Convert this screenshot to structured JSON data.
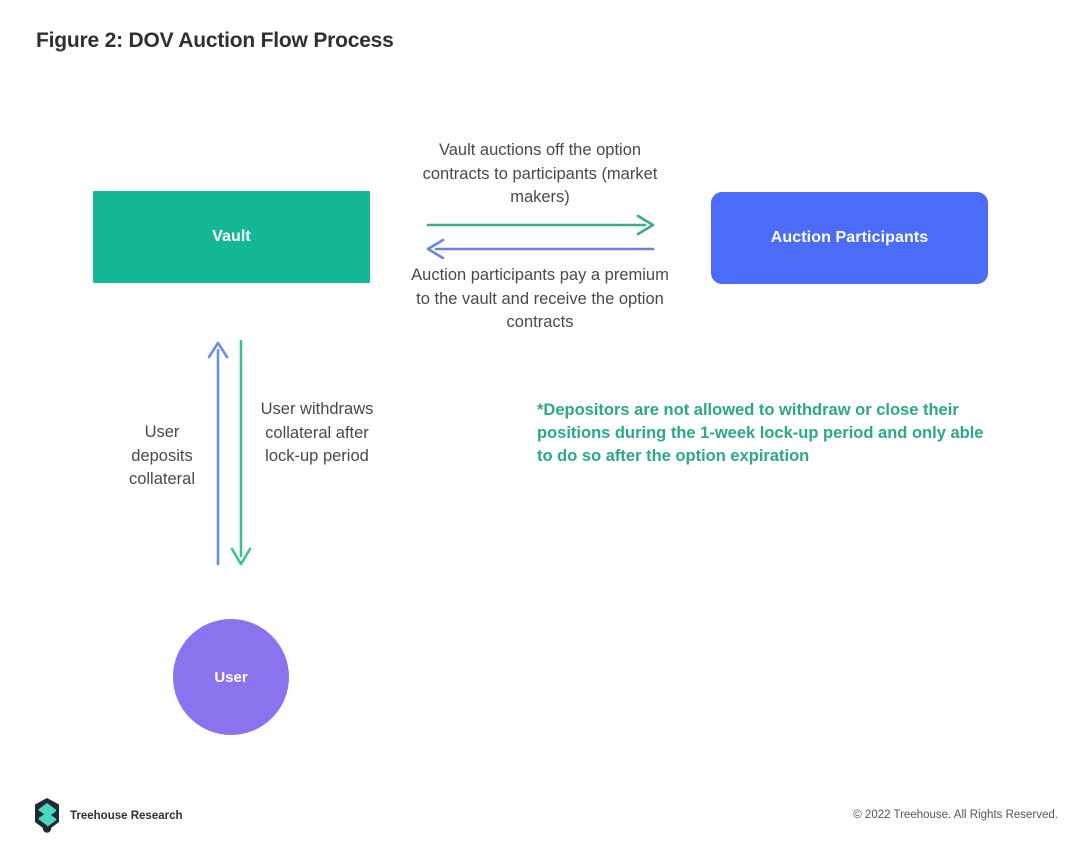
{
  "figure": {
    "title": "Figure 2: DOV Auction Flow Process"
  },
  "nodes": {
    "vault": {
      "label": "Vault",
      "color": "#14b894"
    },
    "auction_participants": {
      "label": "Auction Participants",
      "color": "#4a6cf7"
    },
    "user": {
      "label": "User",
      "color": "#8b72ee"
    }
  },
  "flows": {
    "vault_to_participants": {
      "label": "Vault auctions off the option contracts to participants (market makers)",
      "arrow_direction": "right",
      "arrow_color": "#3aab8c"
    },
    "participants_to_vault": {
      "label": "Auction participants pay a premium to the vault and receive the option contracts",
      "arrow_direction": "left",
      "arrow_color": "#6b83dd"
    },
    "user_deposits": {
      "label": "User deposits collateral",
      "arrow_direction": "up",
      "arrow_color": "#6b8fdd"
    },
    "user_withdraws": {
      "label": "User withdraws collateral after lock-up period",
      "arrow_direction": "down",
      "arrow_color": "#3fbf96"
    }
  },
  "note": {
    "text": "*Depositors are not allowed to withdraw or close their positions during the 1-week lock-up period and only able to do so after the option expiration",
    "color": "#2aa88a"
  },
  "footer": {
    "brand": "Treehouse Research",
    "copyright": "© 2022 Treehouse. All Rights Reserved.",
    "logo_colors": {
      "dark": "#1d2b36",
      "teal": "#4fd6c0"
    }
  }
}
